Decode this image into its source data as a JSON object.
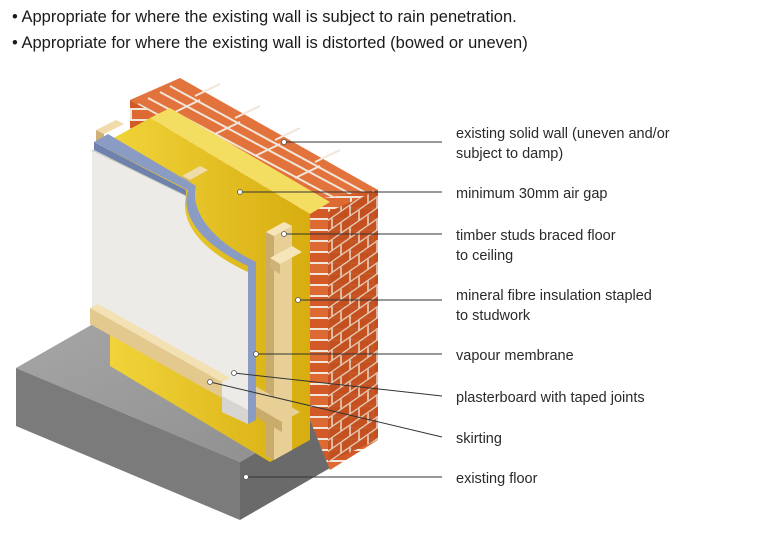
{
  "bullets": [
    "Appropriate for where the existing wall is subject to rain penetration.",
    "Appropriate for where the existing wall is distorted (bowed or uneven)"
  ],
  "bullet_symbol": "•",
  "labels": {
    "solid_wall": [
      "existing solid wall (uneven and/or",
      "subject to damp)"
    ],
    "air_gap": [
      "minimum 30mm air gap"
    ],
    "timber_studs": [
      "timber studs braced floor",
      "to ceiling"
    ],
    "insulation": [
      "mineral fibre insulation stapled",
      "to studwork"
    ],
    "vapour_membrane": [
      "vapour membrane"
    ],
    "plasterboard": [
      "plasterboard with taped joints"
    ],
    "skirting": [
      "skirting"
    ],
    "floor": [
      "existing floor"
    ]
  },
  "colors": {
    "brick": "#d9622b",
    "mortar": "#f3ece2",
    "insulation": "#e7c21f",
    "timber": "#e8cf96",
    "membrane": "#8a9cc4",
    "plasterboard": "#ecebe8",
    "floor": "#9b9b9b",
    "leader_line": "#333333"
  }
}
